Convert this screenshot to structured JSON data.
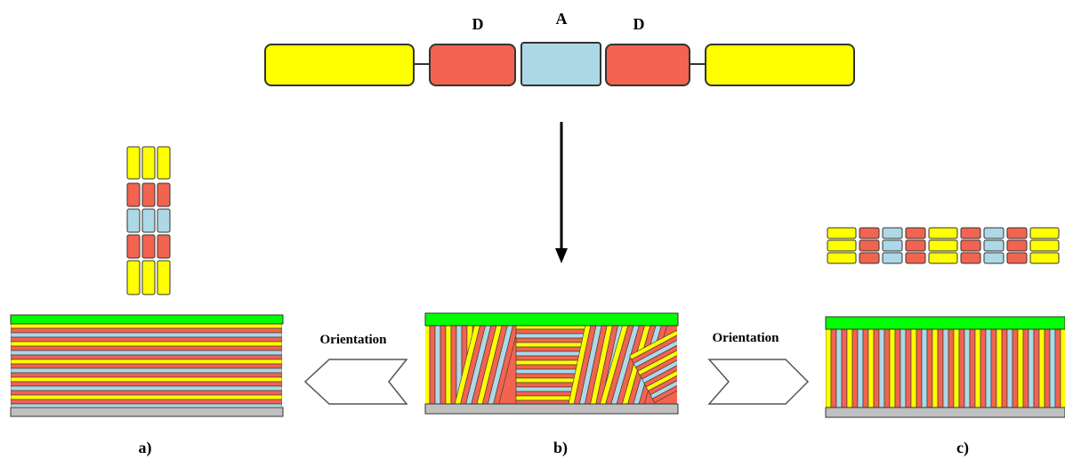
{
  "colors": {
    "donor": "#f26350",
    "acceptor": "#add8e6",
    "end_block": "#ffff00",
    "top_layer": "#00ff00",
    "substrate": "#c0c0c0",
    "outline": "#333333"
  },
  "molecule": {
    "label_d_left": "D",
    "label_a": "A",
    "label_d_right": "D"
  },
  "panel_a": {
    "label": "a)"
  },
  "panel_b": {
    "label": "b)"
  },
  "panel_c": {
    "label": "c)"
  },
  "arrow_left": {
    "label": "Orientation"
  },
  "arrow_right": {
    "label": "Orientation"
  }
}
